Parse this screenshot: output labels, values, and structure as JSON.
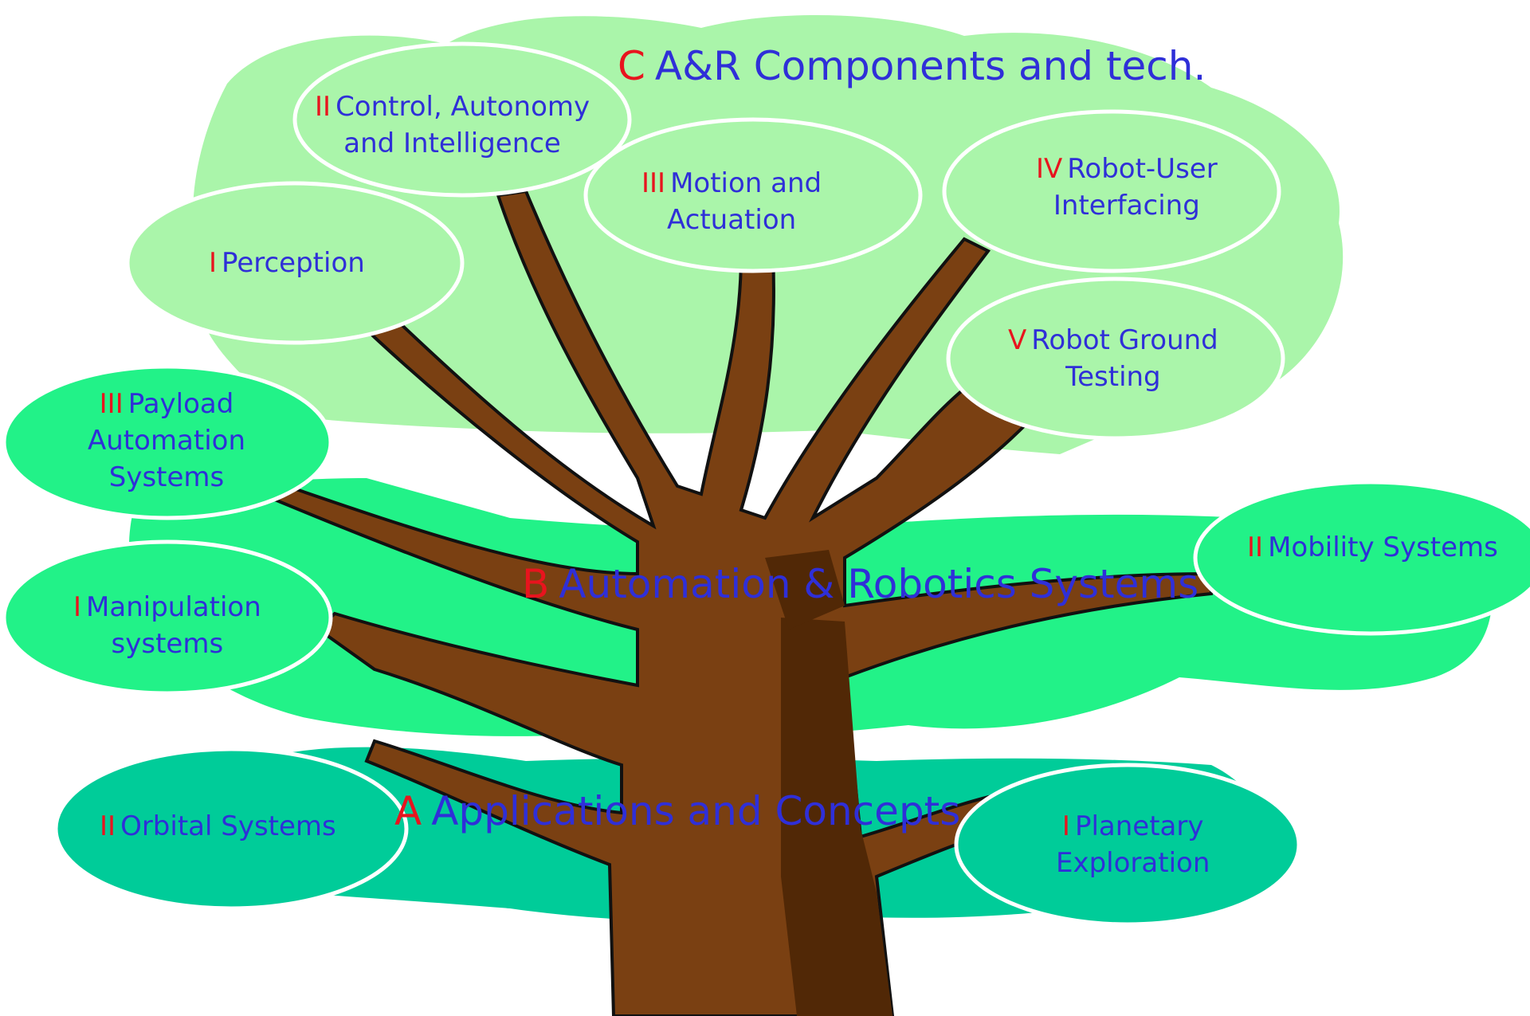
{
  "colors": {
    "crown_light": "#aaf5aa",
    "crown_mid": "#22f288",
    "crown_dark": "#00cc99",
    "trunk": "#7a4012",
    "trunk_shadow": "#512806",
    "outline": "#ffffff",
    "label_text": "#2f2fd8",
    "label_number": "#e8141e"
  },
  "sections": {
    "c": {
      "letter": "C",
      "title": "A&R Components and tech."
    },
    "b": {
      "letter": "B",
      "title": "Automation & Robotics Systems"
    },
    "a": {
      "letter": "A",
      "title": "Applications and Concepts"
    }
  },
  "nodes": {
    "perception": {
      "num": "I",
      "line1": "Perception",
      "line2": ""
    },
    "control": {
      "num": "II",
      "line1": "Control, Autonomy",
      "line2": "and Intelligence"
    },
    "motion": {
      "num": "III",
      "line1": "Motion and",
      "line2": "Actuation"
    },
    "robot_user": {
      "num": "IV",
      "line1": "Robot-User",
      "line2": "Interfacing"
    },
    "ground_testing": {
      "num": "V",
      "line1": "Robot Ground",
      "line2": "Testing"
    },
    "payload": {
      "num": "III",
      "line1": "Payload",
      "line2": "Automation",
      "line3": "Systems"
    },
    "manipulation": {
      "num": "I",
      "line1": "Manipulation",
      "line2": "systems"
    },
    "mobility": {
      "num": "II",
      "line1": "Mobility Systems",
      "line2": ""
    },
    "orbital": {
      "num": "II",
      "line1": "Orbital Systems",
      "line2": ""
    },
    "planetary": {
      "num": "I",
      "line1": "Planetary",
      "line2": "Exploration"
    }
  }
}
